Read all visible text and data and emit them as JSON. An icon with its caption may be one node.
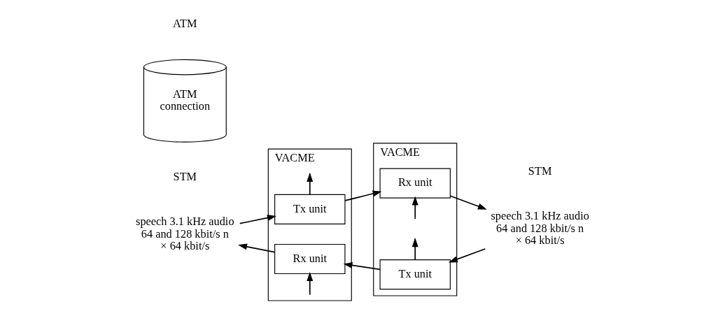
{
  "diagram": {
    "nodes": [
      {
        "text": [
          "VACME"
        ]
      },
      {
        "text": [
          "Tx unit"
        ],
        "in": 0
      },
      {
        "text": [
          "Rx unit"
        ],
        "in": 0
      },
      {
        "text": [
          "ATM connection"
        ]
      },
      {
        "text": [
          "VACME"
        ]
      },
      {
        "text": [
          "Rx unit"
        ],
        "in": 4
      },
      {
        "text": [
          "Tx unit"
        ],
        "in": 4
      },
      {
        "text": [
          "speech 3.1 kHz audio 64 and 128 kbit/s n × 64 kbit/s"
        ]
      },
      {
        "text": [
          "speech 3.1 kHz audio 64 and 128 kbit/s n × 64 kbit/s"
        ]
      }
    ],
    "edges": [
      {
        "from": 7,
        "to": 1,
        "arrow": "to"
      },
      {
        "from": 1,
        "to": 5,
        "arrow": "to"
      },
      {
        "from": 6,
        "to": 2,
        "arrow": "to"
      },
      {
        "from": 2,
        "to": 7,
        "arrow": "to"
      },
      {
        "from": 5,
        "to": 8,
        "arrow": "to"
      },
      {
        "from": 8,
        "to": 6,
        "arrow": "to"
      },
      {
        "from": 1,
        "to": null,
        "arrow": "to"
      },
      {
        "from": null,
        "to": 2,
        "arrow": "to"
      },
      {
        "from": null,
        "to": 5,
        "arrow": "to"
      },
      {
        "from": 6,
        "to": null,
        "arrow": "to"
      }
    ],
    "labels": [
      "STM",
      "ATM",
      "STM"
    ]
  }
}
